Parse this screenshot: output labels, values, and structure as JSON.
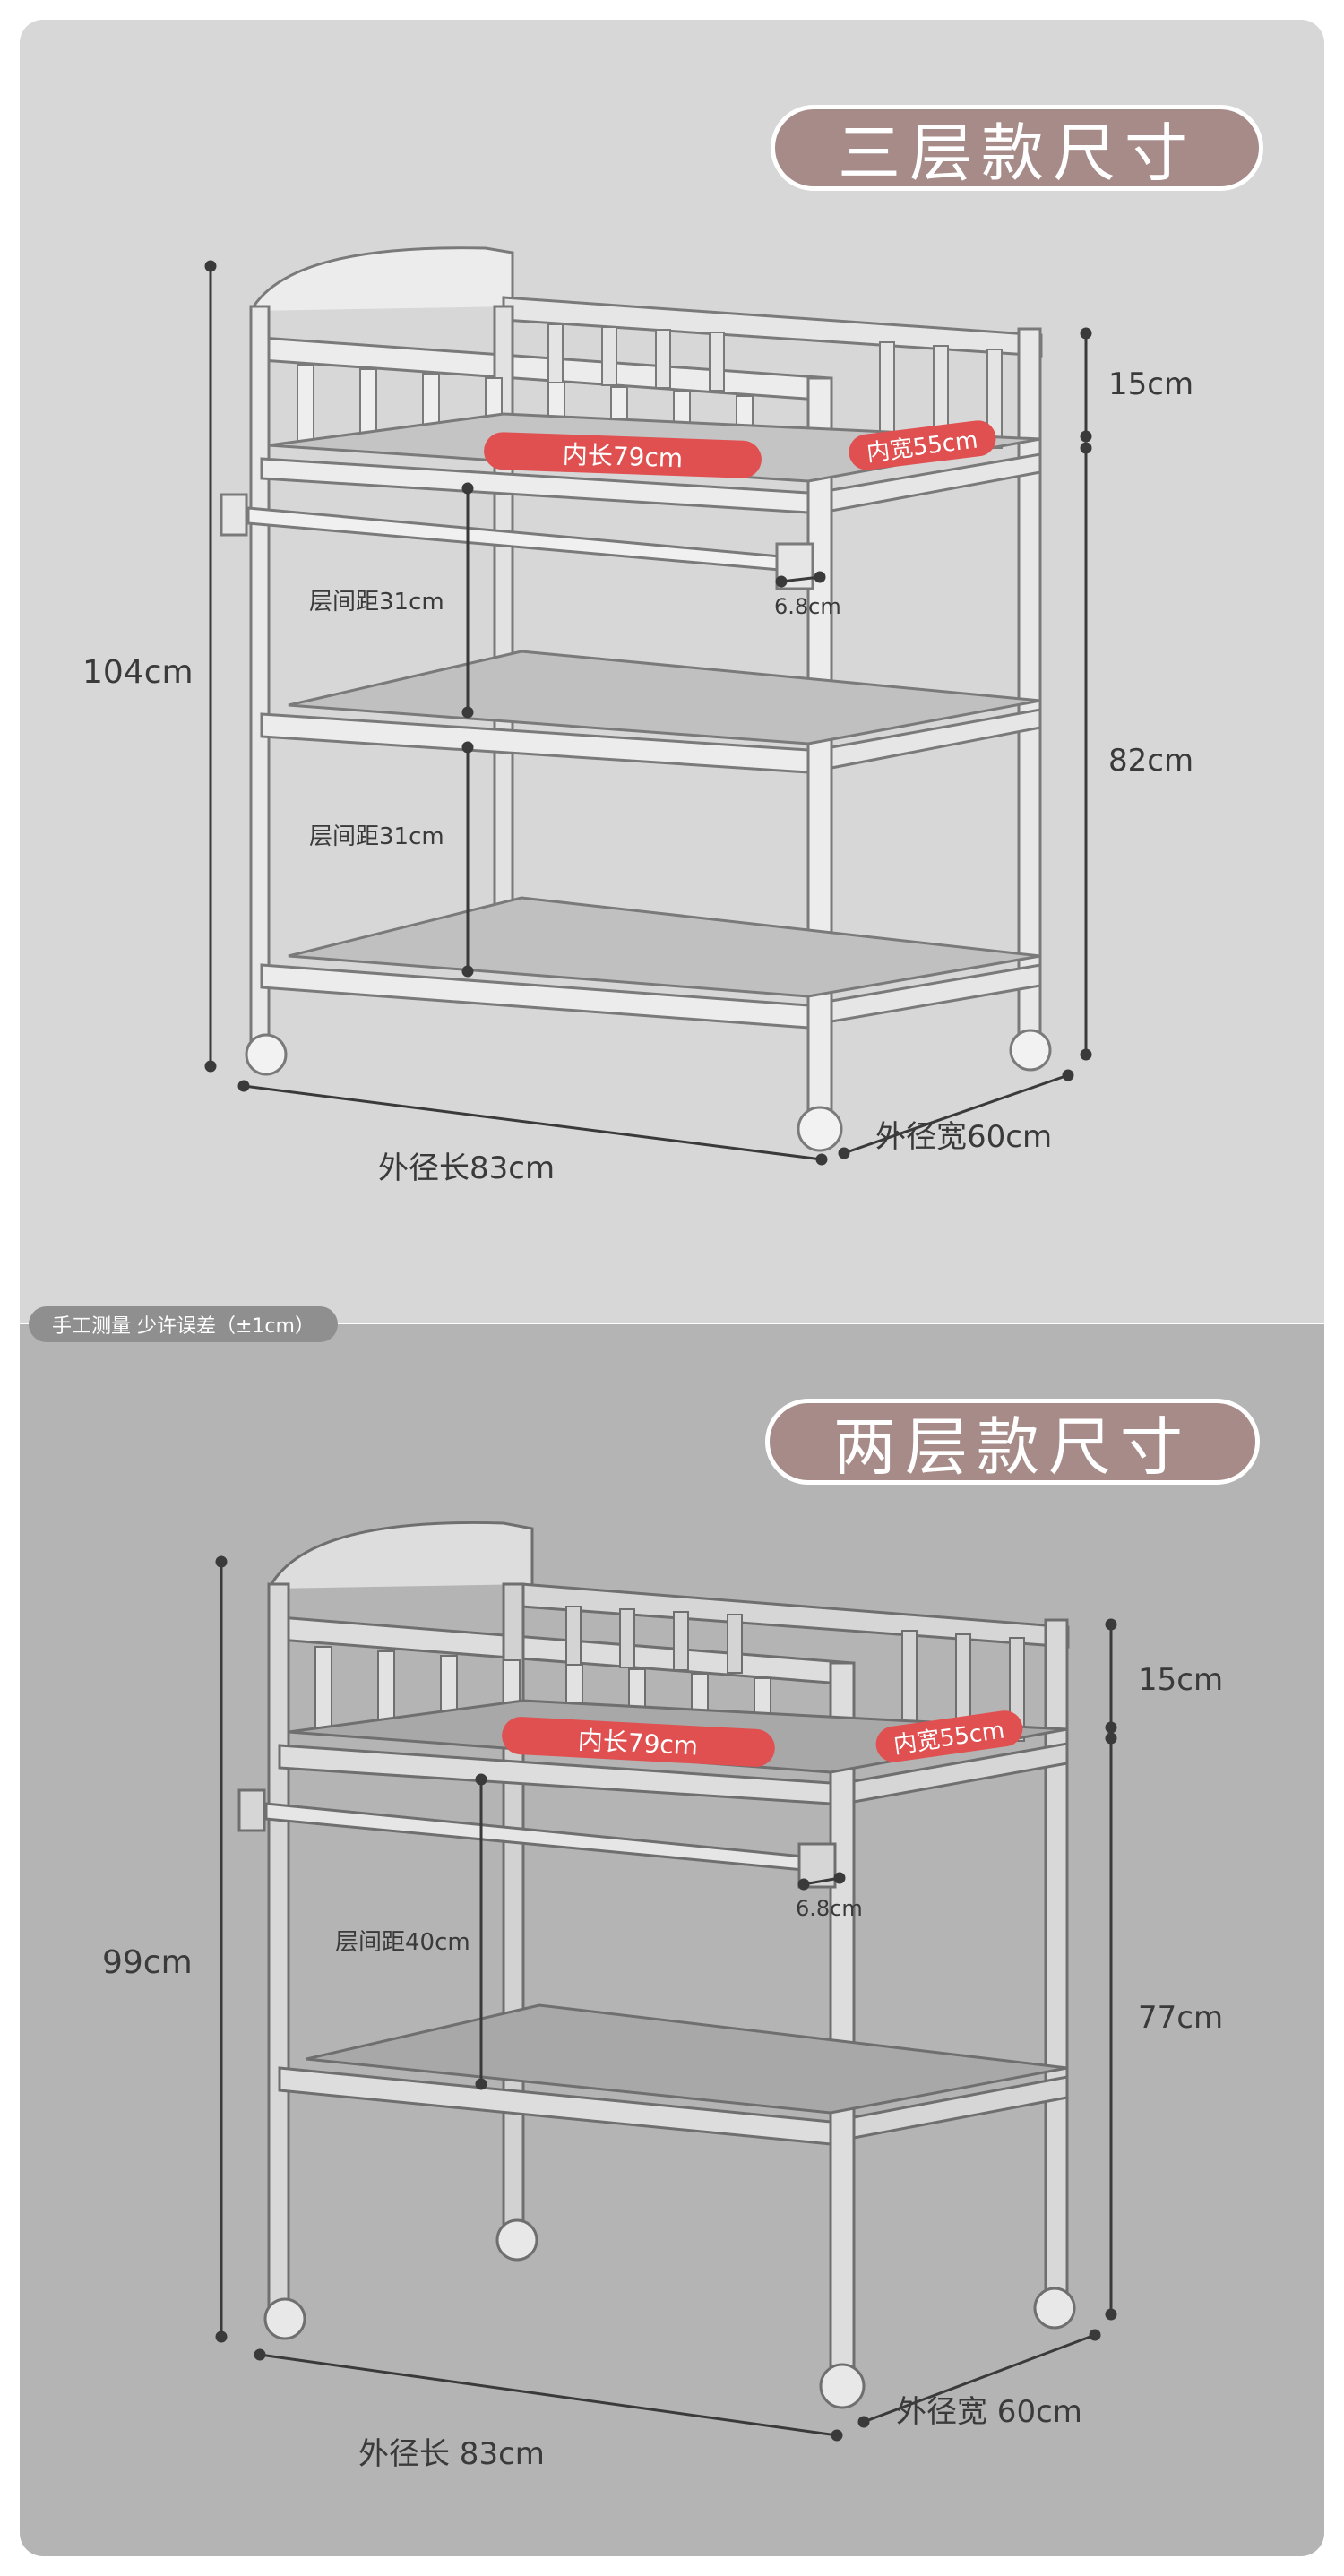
{
  "three_tier": {
    "title": "三层款尺寸",
    "height_total": "104cm",
    "top_rail": "15cm",
    "lower_height": "82cm",
    "inner_length": "内长79cm",
    "inner_width": "内宽55cm",
    "rod_gap": "6.8cm",
    "shelf_gap_1": "层间距31cm",
    "shelf_gap_2": "层间距31cm",
    "outer_length": "外径长83cm",
    "outer_width": "外径宽60cm"
  },
  "note": "手工测量 少许误差（±1cm）",
  "two_tier": {
    "title": "两层款尺寸",
    "height_total": "99cm",
    "top_rail": "15cm",
    "lower_height": "77cm",
    "inner_length": "内长79cm",
    "inner_width": "内宽55cm",
    "rod_gap": "6.8cm",
    "shelf_gap": "层间距40cm",
    "outer_length": "外径长 83cm",
    "outer_width": "外径宽 60cm"
  },
  "colors": {
    "title_pill": "#a78b88",
    "inner_label": "#e05050",
    "card_top": "#d7d7d7",
    "card_bottom": "#b4b4b4"
  }
}
